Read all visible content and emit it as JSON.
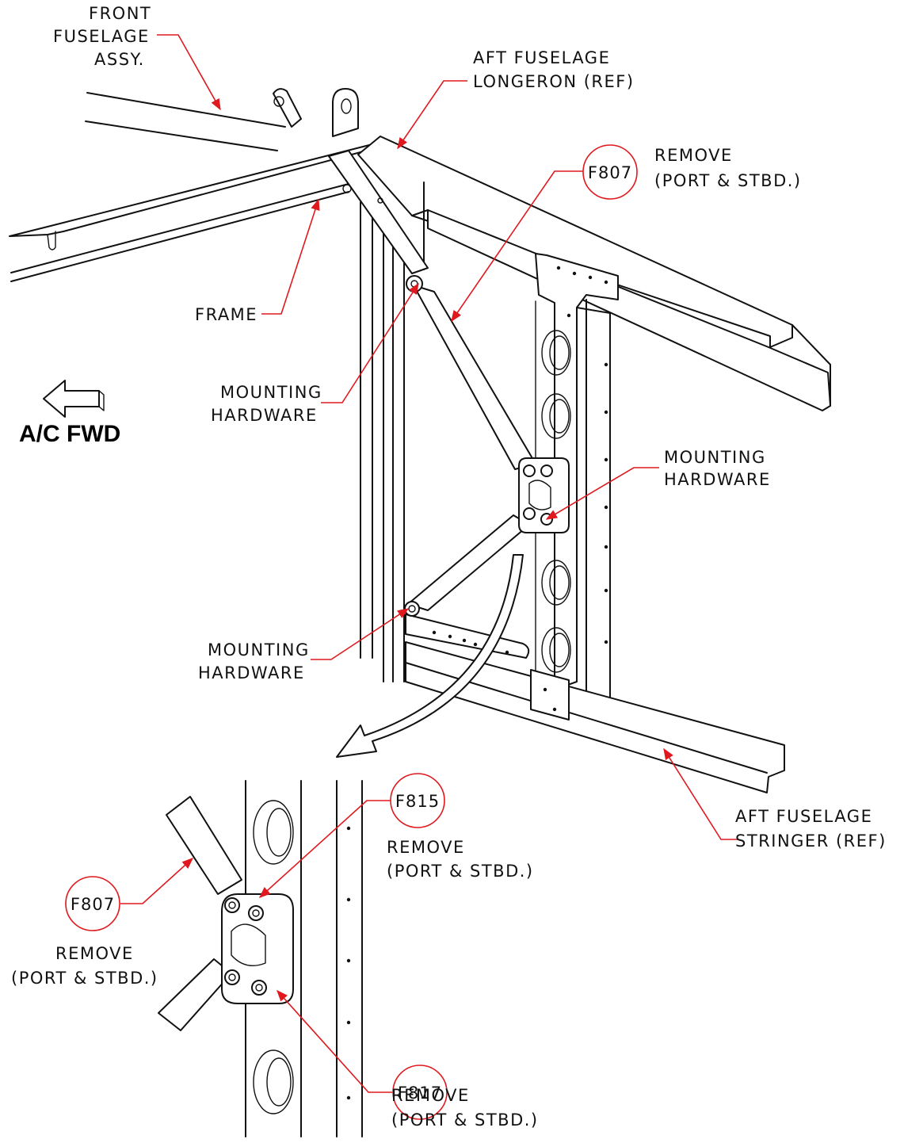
{
  "labels": {
    "front_fuselage": [
      "FRONT",
      "FUSELAGE",
      "ASSY."
    ],
    "aft_longeron": [
      "AFT FUSELAGE",
      "LONGERON (REF)"
    ],
    "frame": "FRAME",
    "mounting_hw_upper": [
      "MOUNTING",
      "HARDWARE"
    ],
    "mounting_hw_right": [
      "MOUNTING",
      "HARDWARE"
    ],
    "mounting_hw_lower": [
      "MOUNTING",
      "HARDWARE"
    ],
    "aft_stringer": [
      "AFT FUSELAGE",
      "STRINGER (REF)"
    ],
    "fwd_direction": "A/C FWD"
  },
  "callouts": {
    "f807_main": {
      "code": "F807",
      "note": [
        "REMOVE",
        "(PORT & STBD.)"
      ]
    },
    "f815": {
      "code": "F815",
      "note": [
        "REMOVE",
        "(PORT & STBD.)"
      ]
    },
    "f807_detail": {
      "code": "F807",
      "note": [
        "REMOVE",
        "(PORT & STBD.)"
      ]
    },
    "f817": {
      "code": "F817",
      "note": [
        "REMOVE",
        "(PORT & STBD.)"
      ]
    }
  },
  "colors": {
    "leader": "#e0191e",
    "line": "#111111"
  },
  "icons": {
    "fwd_arrow": "left-arrow-icon"
  }
}
